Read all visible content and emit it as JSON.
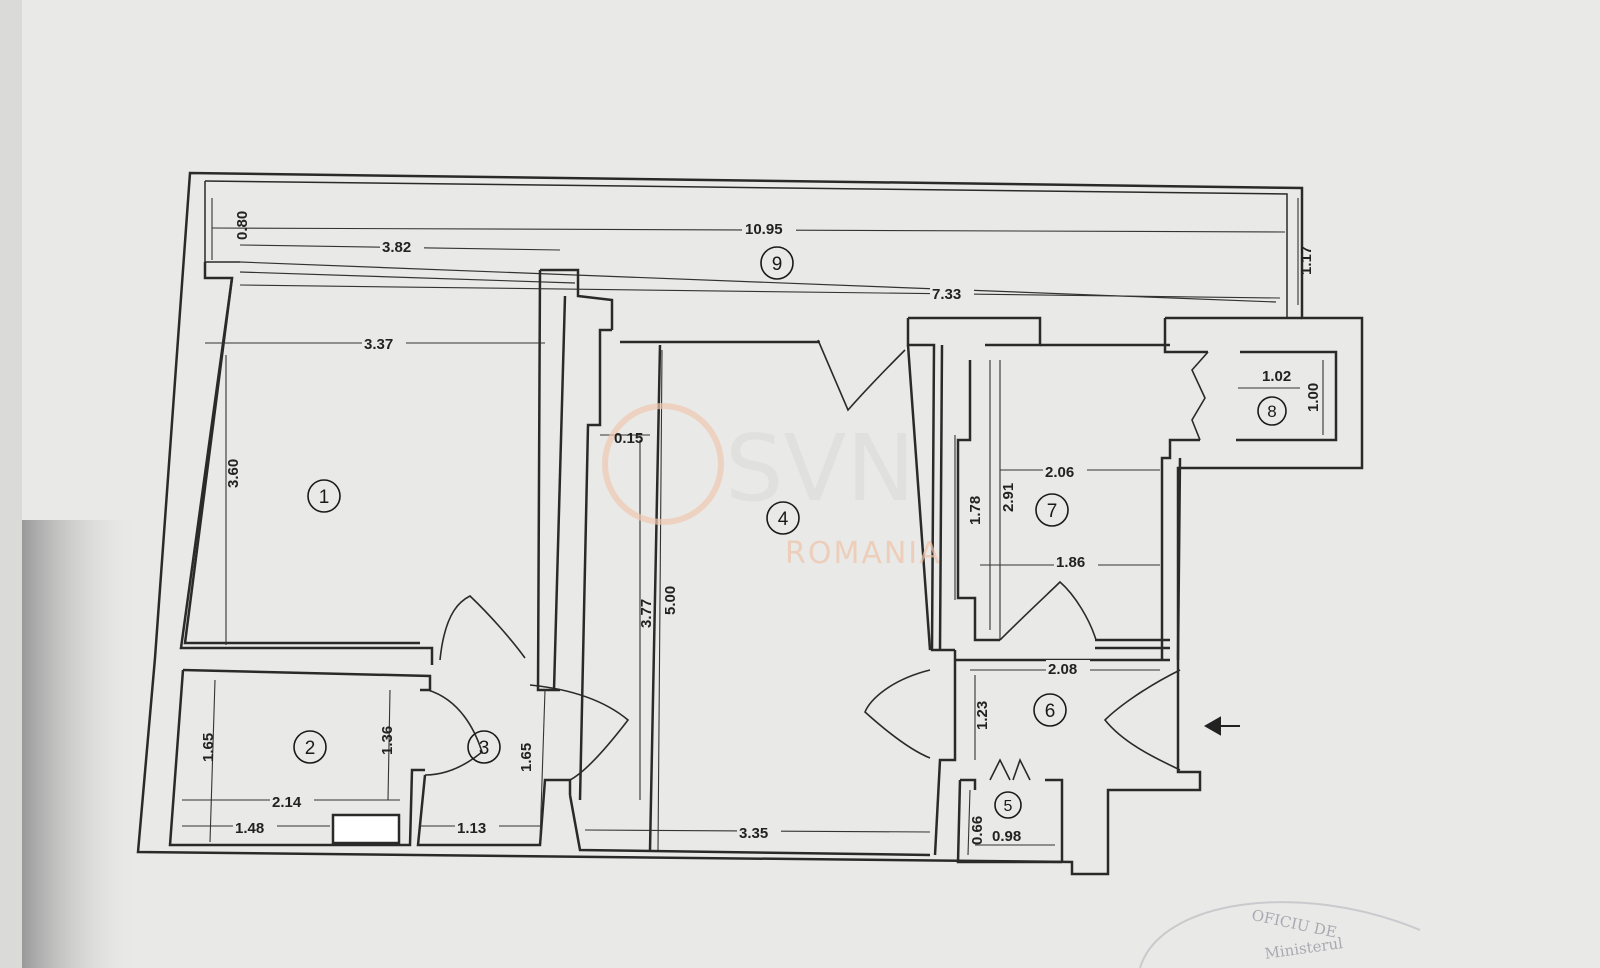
{
  "watermark": {
    "brand": "SVN",
    "subtitle": "ROMANIA"
  },
  "stamp": {
    "line1": "OFICIU DE",
    "line2": "Ministerul"
  },
  "rooms": [
    {
      "id": "1",
      "label": "1"
    },
    {
      "id": "2",
      "label": "2"
    },
    {
      "id": "3",
      "label": "3"
    },
    {
      "id": "4",
      "label": "4"
    },
    {
      "id": "5",
      "label": "5"
    },
    {
      "id": "6",
      "label": "6"
    },
    {
      "id": "7",
      "label": "7"
    },
    {
      "id": "8",
      "label": "8"
    },
    {
      "id": "9",
      "label": "9"
    }
  ],
  "dimensions": {
    "d_10_95": "10.95",
    "d_0_80": "0.80",
    "d_3_82": "3.82",
    "d_1_17": "1.17",
    "d_7_33": "7.33",
    "d_3_37": "3.37",
    "d_3_60": "3.60",
    "d_0_15": "0.15",
    "d_3_77": "3.77",
    "d_5_00": "5.00",
    "d_1_02": "1.02",
    "d_1_00": "1.00",
    "d_2_06": "2.06",
    "d_2_91": "2.91",
    "d_1_78": "1.78",
    "d_1_86": "1.86",
    "d_2_08": "2.08",
    "d_1_23": "1.23",
    "d_1_65_a": "1.65",
    "d_1_36": "1.36",
    "d_1_65_b": "1.65",
    "d_2_14": "2.14",
    "d_1_48": "1.48",
    "d_1_13": "1.13",
    "d_3_35": "3.35",
    "d_0_66": "0.66",
    "d_0_98": "0.98"
  }
}
